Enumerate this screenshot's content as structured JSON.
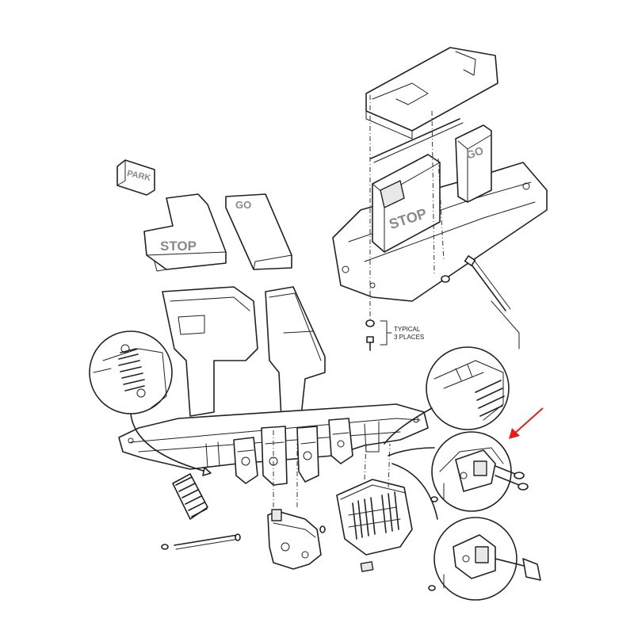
{
  "labels": {
    "park": "PARK",
    "stop_loose": "STOP",
    "go_loose": "GO",
    "stop_assembled": "STOP",
    "go_assembled": "GO"
  },
  "callout": {
    "line1": "TYPICAL",
    "line2": "3 PLACES"
  },
  "colors": {
    "line": "#222222",
    "pointer_arrow": "#e0201b",
    "background": "#ffffff"
  }
}
